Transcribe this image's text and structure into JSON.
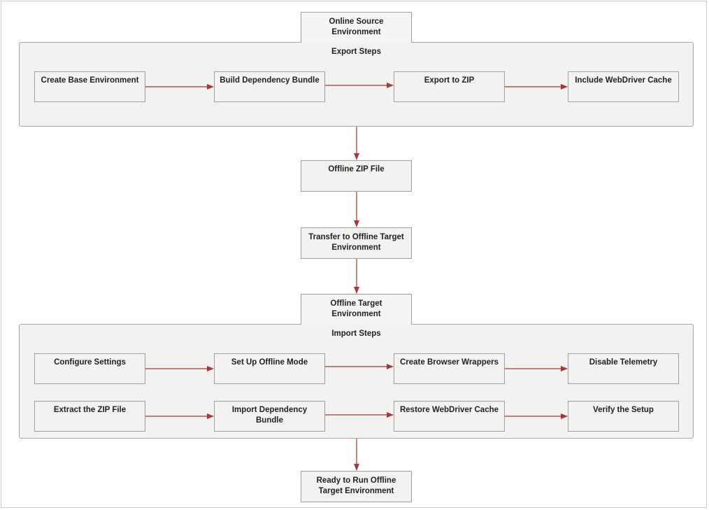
{
  "diagram": {
    "source_node": "Online Source Environment",
    "export_group": {
      "title": "Export Steps",
      "steps": [
        "Create Base Environment",
        "Build Dependency Bundle",
        "Export to ZIP",
        "Include WebDriver Cache"
      ]
    },
    "zip_node": "Offline ZIP File",
    "transfer_node": "Transfer to Offline Target Environment",
    "target_node": "Offline Target Environment",
    "import_group": {
      "title": "Import Steps",
      "row1": [
        "Configure Settings",
        "Set Up Offline Mode",
        "Create Browser Wrappers",
        "Disable Telemetry"
      ],
      "row2": [
        "Extract the ZIP File",
        "Import Dependency Bundle",
        "Restore WebDriver Cache",
        "Verify the Setup"
      ]
    },
    "final_node": "Ready to Run Offline Target Environment",
    "colors": {
      "edge": "#a33a3a",
      "node_fill": "#f3f2f1",
      "border": "#9e9e9e"
    }
  }
}
